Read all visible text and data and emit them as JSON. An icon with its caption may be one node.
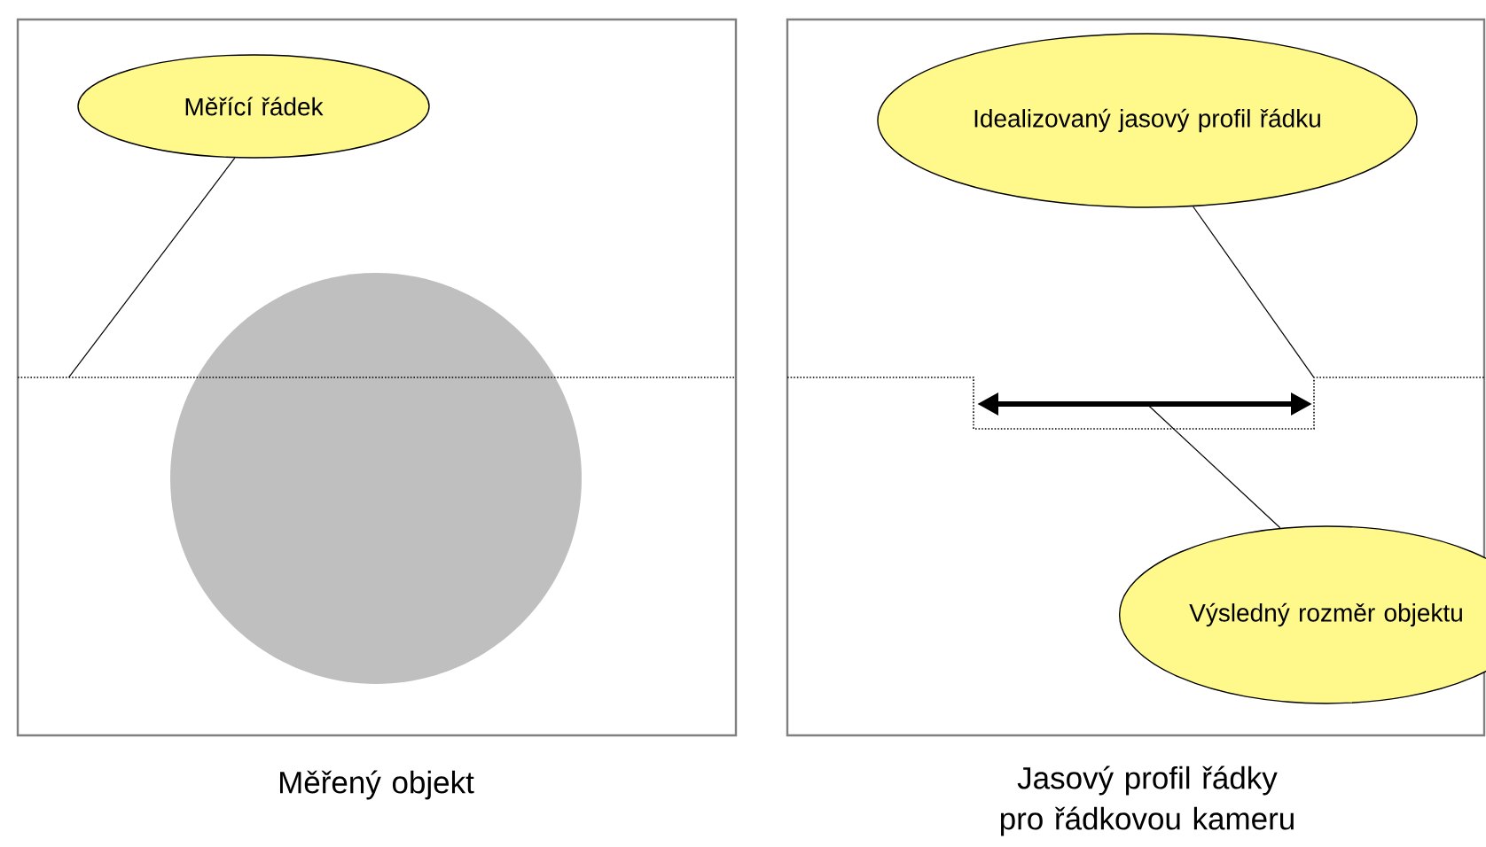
{
  "diagram": {
    "nodes": [
      {
        "text": [
          "Měřený objekt"
        ]
      },
      {
        "text": [
          "Měřící řádek"
        ],
        "in": 0
      },
      {
        "text": [],
        "shape": "line",
        "in": 0
      },
      {
        "text": [
          "Jasový profil řádky pro řádkovou kameru"
        ]
      },
      {
        "text": [
          "Idealizovaný jasový profil řádku"
        ],
        "in": 3
      },
      {
        "text": [],
        "shape": "line",
        "in": 3
      },
      {
        "text": [
          "Výsledný rozměr objektu"
        ],
        "in": 3
      },
      {
        "text": [],
        "shape": "arrow",
        "in": 5
      }
    ],
    "edges": [
      {
        "from": 1,
        "to": 2,
        "arrow": "none"
      },
      {
        "from": 4,
        "to": 5,
        "arrow": "none"
      },
      {
        "from": 6,
        "to": 7,
        "arrow": "none"
      }
    ]
  }
}
